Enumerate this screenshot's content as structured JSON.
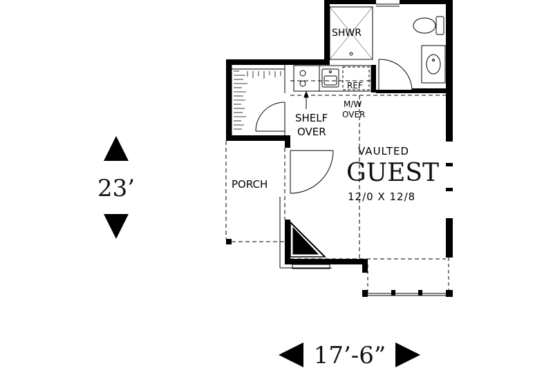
{
  "rooms": {
    "shower": "SHWR",
    "refrigerator": "REF",
    "microwave": "M/W",
    "microwave_sub": "OVER",
    "shelf": "SHELF",
    "shelf_sub": "OVER",
    "guest_prefix": "VAULTED",
    "guest_name": "GUEST",
    "guest_size": "12/0 X 12/8",
    "porch": "PORCH"
  },
  "dimensions": {
    "depth": "23’",
    "width": "17’-6”"
  }
}
